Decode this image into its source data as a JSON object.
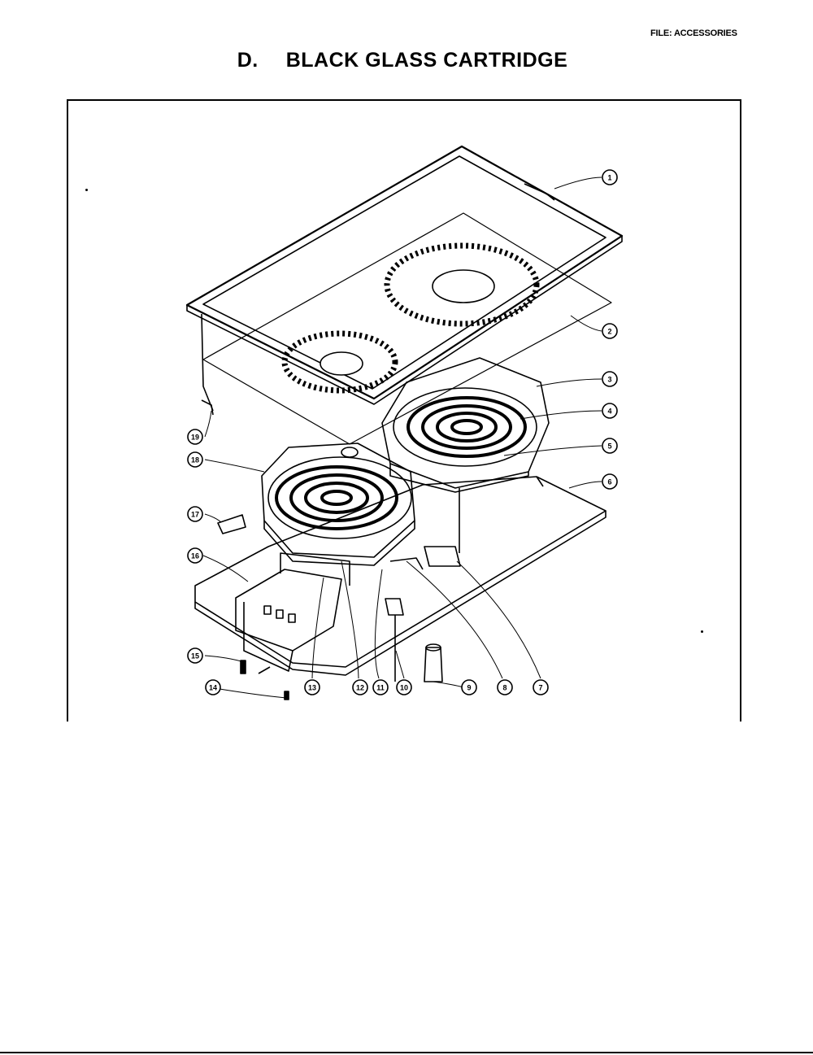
{
  "header": {
    "file_label": "FILE: ACCESSORIES",
    "title_letter": "D.",
    "title_text": "BLACK GLASS CARTRIDGE"
  },
  "callouts": [
    "1",
    "2",
    "3",
    "4",
    "5",
    "6",
    "7",
    "8",
    "9",
    "10",
    "11",
    "12",
    "13",
    "14",
    "15",
    "16",
    "17",
    "18",
    "19"
  ]
}
